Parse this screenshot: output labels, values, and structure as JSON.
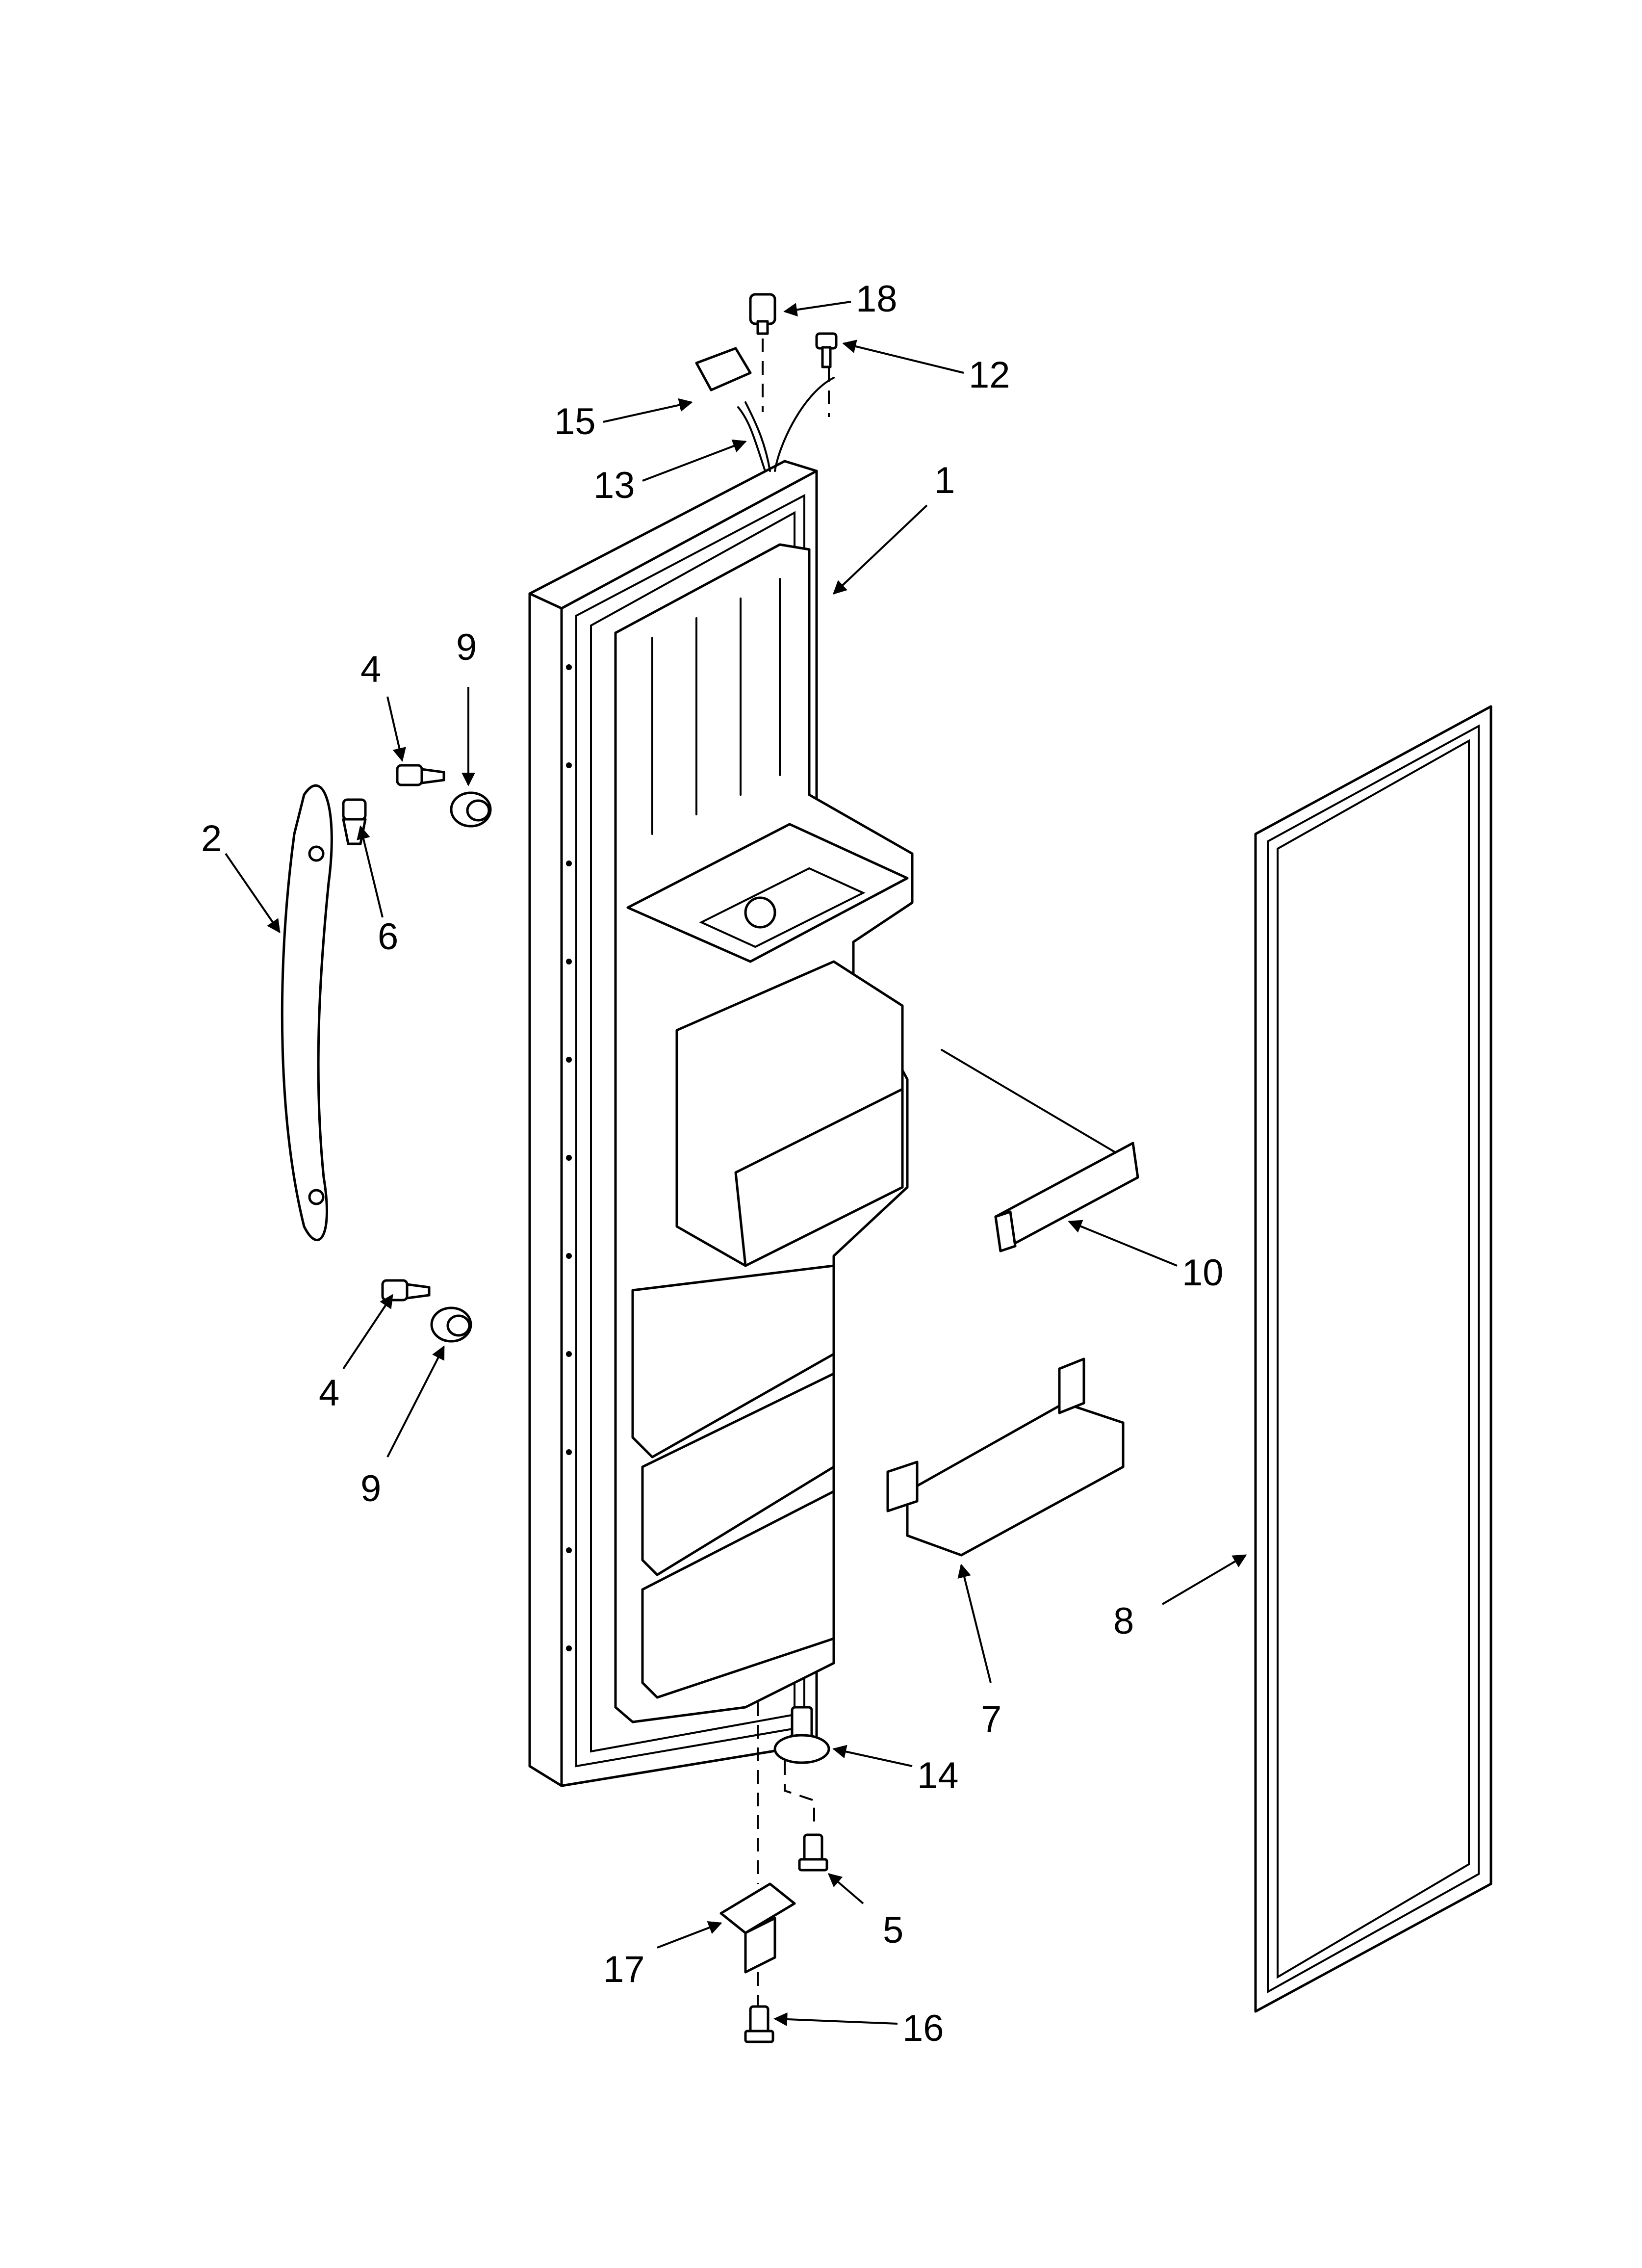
{
  "diagram": {
    "type": "exploded-parts-diagram",
    "callouts": [
      {
        "id": "c18",
        "label": "18"
      },
      {
        "id": "c12",
        "label": "12"
      },
      {
        "id": "c15",
        "label": "15"
      },
      {
        "id": "c13",
        "label": "13"
      },
      {
        "id": "c1",
        "label": "1"
      },
      {
        "id": "c4a",
        "label": "4"
      },
      {
        "id": "c9a",
        "label": "9"
      },
      {
        "id": "c2",
        "label": "2"
      },
      {
        "id": "c6",
        "label": "6"
      },
      {
        "id": "c4b",
        "label": "4"
      },
      {
        "id": "c9b",
        "label": "9"
      },
      {
        "id": "c10",
        "label": "10"
      },
      {
        "id": "c7",
        "label": "7"
      },
      {
        "id": "c8",
        "label": "8"
      },
      {
        "id": "c14",
        "label": "14"
      },
      {
        "id": "c5",
        "label": "5"
      },
      {
        "id": "c17",
        "label": "17"
      },
      {
        "id": "c16",
        "label": "16"
      }
    ]
  }
}
